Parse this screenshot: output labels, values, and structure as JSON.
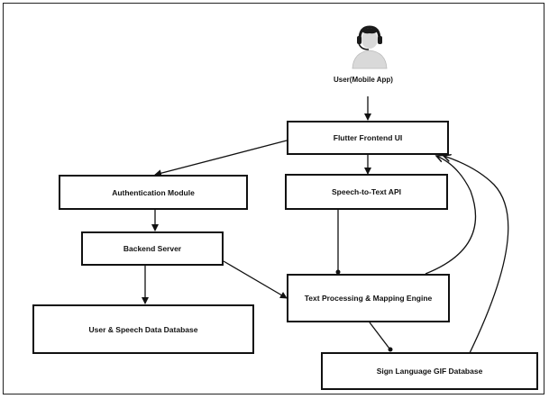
{
  "user": {
    "label": "User(Mobile App)"
  },
  "nodes": {
    "flutter_ui": "Flutter Frontend UI",
    "auth": "Authentication Module",
    "speech_api": "Speech-to-Text API",
    "backend": "Backend Server",
    "text_engine": "Text Processing & Mapping Engine",
    "user_db": "User & Speech Data Database",
    "gif_db": "Sign Language GIF Database"
  },
  "edges": [
    {
      "from": "User(Mobile App)",
      "to": "Flutter Frontend UI"
    },
    {
      "from": "Flutter Frontend UI",
      "to": "Authentication Module"
    },
    {
      "from": "Flutter Frontend UI",
      "to": "Speech-to-Text API"
    },
    {
      "from": "Authentication Module",
      "to": "Backend Server"
    },
    {
      "from": "Backend Server",
      "to": "User & Speech Data Database"
    },
    {
      "from": "Backend Server",
      "to": "Text Processing & Mapping Engine"
    },
    {
      "from": "Speech-to-Text API",
      "to": "Text Processing & Mapping Engine"
    },
    {
      "from": "Text Processing & Mapping Engine",
      "to": "Sign Language GIF Database"
    },
    {
      "from": "Text Processing & Mapping Engine",
      "to": "Flutter Frontend UI"
    },
    {
      "from": "Sign Language GIF Database",
      "to": "Flutter Frontend UI"
    }
  ],
  "colors": {
    "stroke": "#111111",
    "user_fill": "#d9d9d9",
    "headset": "#1a1a1a"
  }
}
